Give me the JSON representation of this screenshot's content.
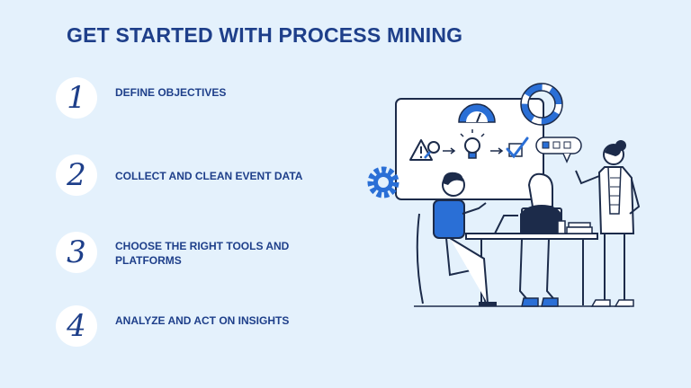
{
  "title": "GET STARTED WITH PROCESS MINING",
  "steps": [
    {
      "number": "1",
      "label": "DEFINE OBJECTIVES"
    },
    {
      "number": "2",
      "label": "COLLECT AND CLEAN EVENT DATA"
    },
    {
      "number": "3",
      "label": "CHOOSE THE RIGHT TOOLS AND PLATFORMS"
    },
    {
      "number": "4",
      "label": "ANALYZE AND ACT ON INSIGHTS"
    }
  ],
  "colors": {
    "background": "#e4f1fc",
    "navy": "#1e3f8a",
    "accent_blue": "#2a6fd6",
    "ink": "#1c2b4a"
  },
  "illustration": {
    "icons": [
      "gauge-icon",
      "warning-icon",
      "magnifier-icon",
      "lightbulb-icon",
      "checkmark-icon",
      "lifebuoy-icon",
      "gear-icon",
      "laptop-icon"
    ]
  }
}
